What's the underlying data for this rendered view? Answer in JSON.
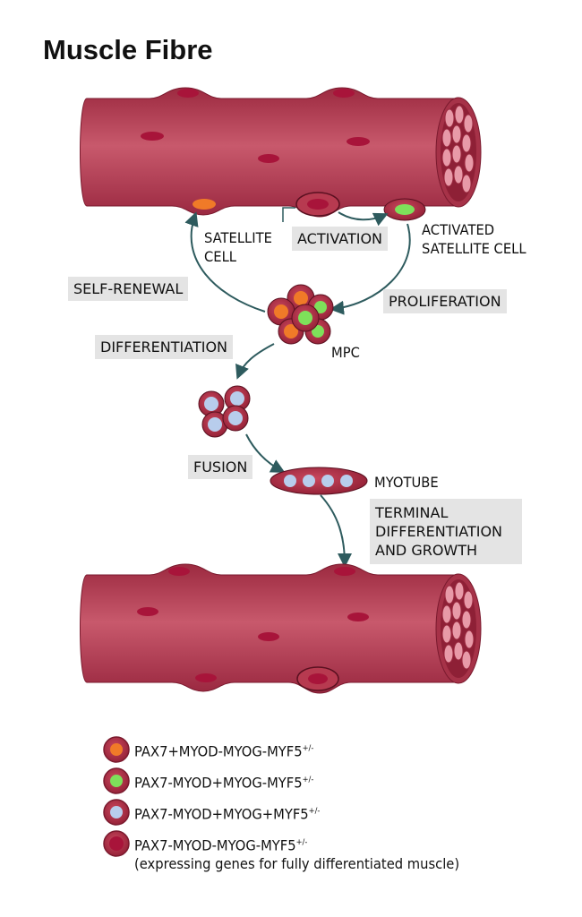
{
  "title": "Muscle Fibre",
  "labels": {
    "satellite_cell": [
      "SATELLITE",
      "CELL"
    ],
    "activation": "ACTIVATION",
    "activated_satellite_cell": [
      "ACTIVATED",
      "SATELLITE CELL"
    ],
    "self_renewal": "SELF-RENEWAL",
    "proliferation": "PROLIFERATION",
    "differentiation": "DIFFERENTIATION",
    "mpc": "MPC",
    "fusion": "FUSION",
    "myotube": "MYOTUBE",
    "terminal": [
      "TERMINAL",
      "DIFFERENTIATION",
      "AND GROWTH"
    ]
  },
  "legend": [
    {
      "text": "PAX7+MYOD-MYOG-MYF5",
      "sup": "+/-",
      "nucleus": "#f07a28"
    },
    {
      "text": "PAX7-MYOD+MYOG-MYF5",
      "sup": "+/-",
      "nucleus": "#7ee05a"
    },
    {
      "text": "PAX7-MYOD+MYOG+MYF5",
      "sup": "+/-",
      "nucleus": "#b8cdec"
    },
    {
      "text": "PAX7-MYOD-MYOG-MYF5",
      "sup": "+/-",
      "nucleus": "#a8143a",
      "note": "(expressing genes for fully differentiated muscle)"
    }
  ],
  "colors": {
    "fibre": "#b73a50",
    "cell": "#b52f48",
    "arrow": "#2e5b5e",
    "label_box": "#e4e4e4"
  }
}
